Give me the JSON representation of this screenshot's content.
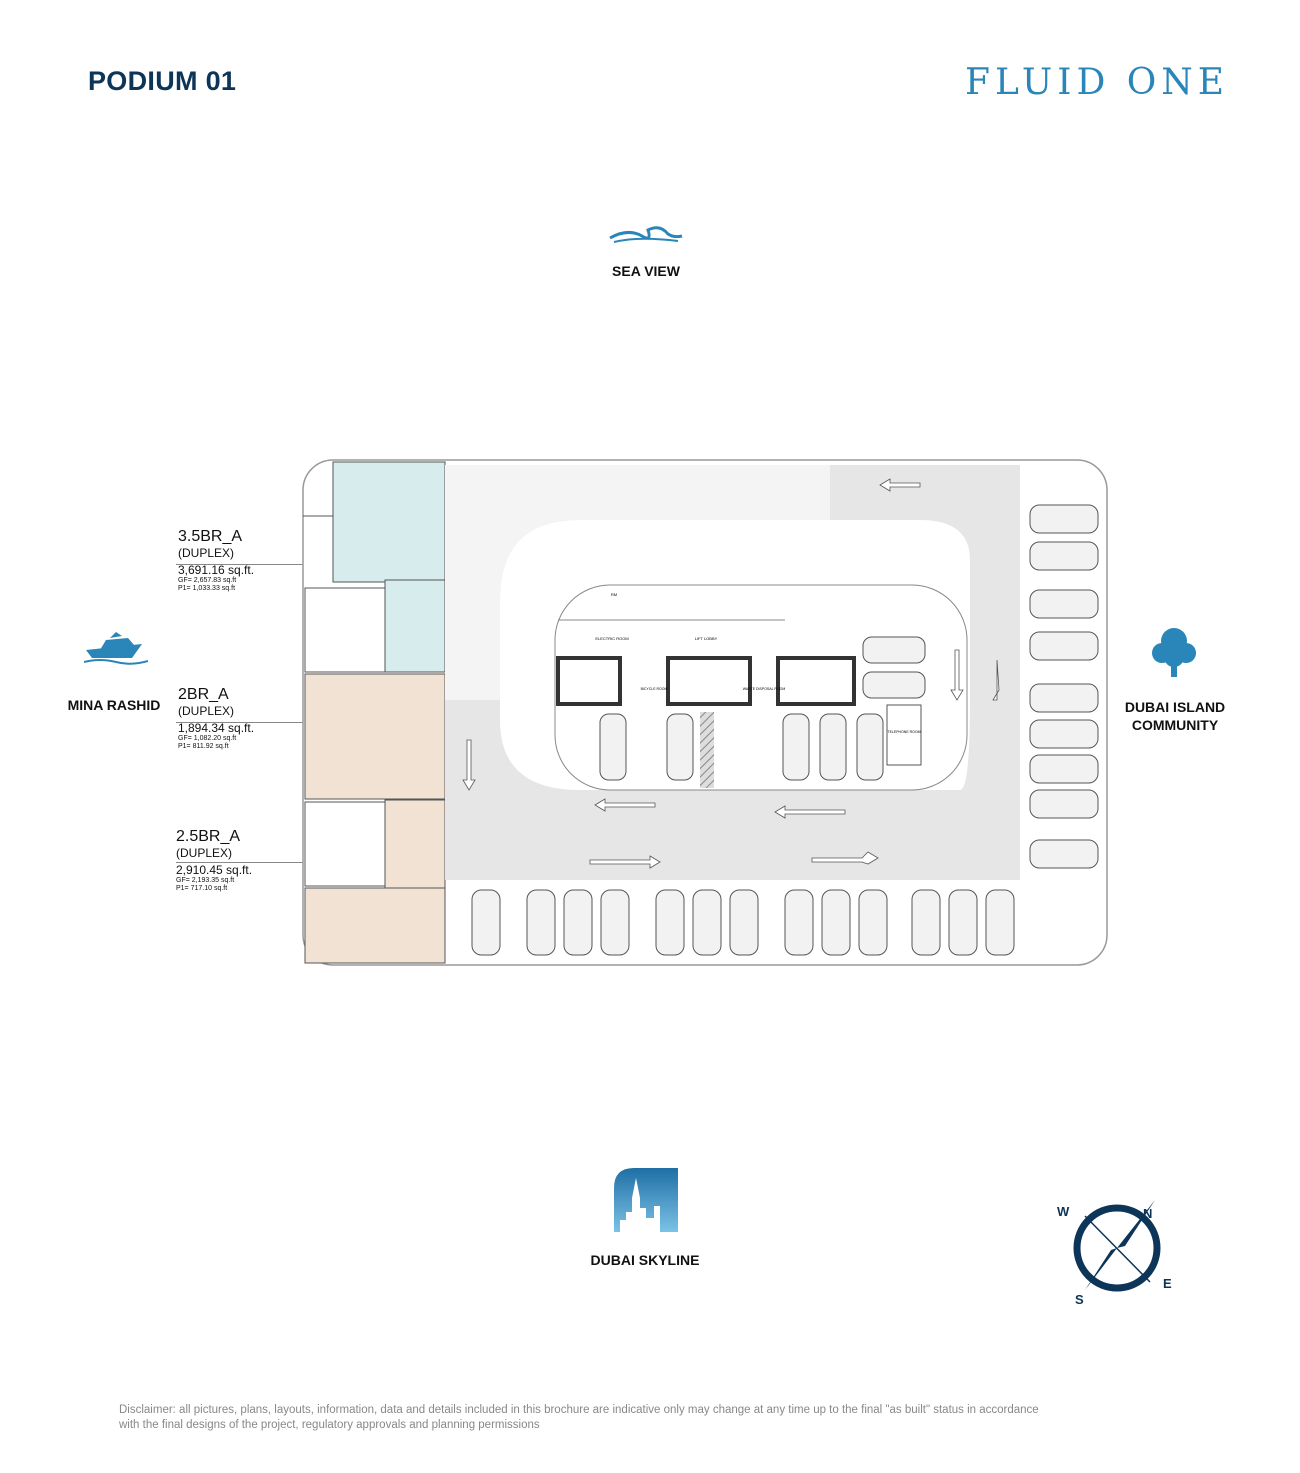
{
  "header": {
    "title": "PODIUM 01",
    "logo": "FLUID ONE"
  },
  "directions": {
    "north": {
      "label": "SEA VIEW",
      "icon": "wave-icon"
    },
    "west": {
      "label": "MINA RASHID",
      "icon": "yacht-icon"
    },
    "east": {
      "label_line1": "DUBAI ISLAND",
      "label_line2": "COMMUNITY",
      "icon": "tree-icon"
    },
    "south": {
      "label": "DUBAI SKYLINE",
      "icon": "skyline-icon"
    }
  },
  "units": [
    {
      "name": "3.5BR_A",
      "type": "(DUPLEX)",
      "area": "3,691.16 sq.ft.",
      "gf": "GF= 2,657.83 sq.ft",
      "p1": "P1= 1,033.33 sq.ft",
      "color": "#d7ecec"
    },
    {
      "name": "2BR_A",
      "type": "(DUPLEX)",
      "area": "1,894.34 sq.ft.",
      "gf": "GF= 1,082.20 sq.ft",
      "p1": "P1= 811.92 sq.ft",
      "color": "#f1e2d3"
    },
    {
      "name": "2.5BR_A",
      "type": "(DUPLEX)",
      "area": "2,910.45 sq.ft.",
      "gf": "GF= 2,193.35 sq.ft",
      "p1": "P1= 717.10 sq.ft",
      "color": "#f1e2d3"
    }
  ],
  "rooms": {
    "rm": "RM",
    "electric": "ELECTRIC ROOM",
    "lift_lobby": "LIFT LOBBY",
    "bicycle": "BICYCLE ROOM",
    "waste": "WASTE DISPOSAL ROOM",
    "telephone": "TELEPHONE ROOM"
  },
  "compass": {
    "n": "N",
    "s": "S",
    "e": "E",
    "w": "W"
  },
  "disclaimer": {
    "line1": "Disclaimer: all pictures, plans, layouts, information, data and details included in this brochure are indicative only may change at any time up to the final \"as built\" status in accordance",
    "line2": "with the final designs of the project, regulatory approvals and planning permissions"
  },
  "colors": {
    "title": "#0d3558",
    "accent": "#2a86b8",
    "road": "#e6e6e6",
    "unit_teal": "#d7ecec",
    "unit_beige": "#f1e2d3"
  }
}
